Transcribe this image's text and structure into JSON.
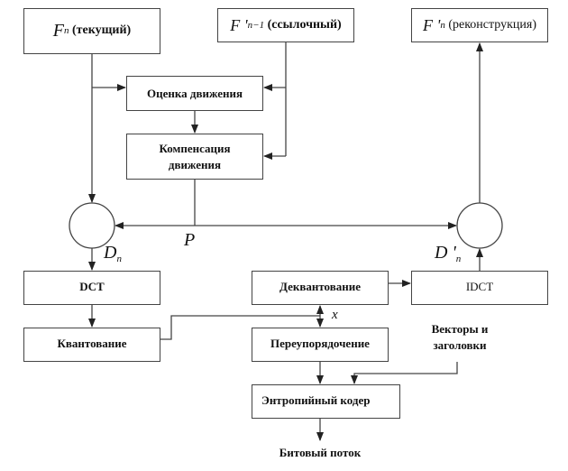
{
  "diagram": {
    "nodes": {
      "current": {
        "symbol": "F",
        "sub": "n",
        "text": "(текущий)"
      },
      "reference": {
        "symbol": "F '",
        "sub": "n−1",
        "text": "(ссылочный)"
      },
      "reconstructed": {
        "symbol": "F '",
        "sub": "n",
        "text": "(реконструкция)"
      },
      "motion_estimation": "Оценка движения",
      "motion_compensation_l1": "Компенсация",
      "motion_compensation_l2": "движения",
      "dct": "DCT",
      "quantization": "Квантование",
      "dequantization": "Деквантование",
      "idct": "IDCT",
      "reorder": "Переупорядочение",
      "entropy_coder": "Энтропийный кодер"
    },
    "labels": {
      "dn": {
        "symbol": "D",
        "sub": "n"
      },
      "dn_prime": {
        "symbol": "D '",
        "sub": "n"
      },
      "p": "P",
      "x": "x",
      "vectors_l1": "Векторы и",
      "vectors_l2": "заголовки",
      "bitstream": "Битовый поток"
    },
    "line_color": "#444444"
  }
}
